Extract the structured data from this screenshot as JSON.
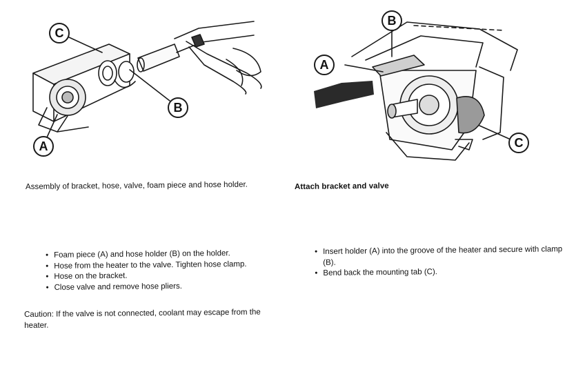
{
  "figures": {
    "left": {
      "callouts": [
        "C",
        "B",
        "A"
      ]
    },
    "right": {
      "callouts": [
        "B",
        "A",
        "C"
      ]
    }
  },
  "captions": {
    "left": "Assembly of bracket, hose, valve, foam piece and hose holder.",
    "right": "Attach bracket and valve"
  },
  "steps": {
    "left": [
      "Foam piece (A) and hose holder (B) on the holder.",
      "Hose from the heater to the valve. Tighten hose clamp.",
      "Hose on the bracket.",
      "Close valve and remove hose pliers."
    ],
    "right": [
      "Insert holder (A) into the groove of the heater and secure with clamp (B).",
      "Bend back the mounting tab (C)."
    ]
  },
  "caution": "Caution: If the valve is not connected, coolant may escape from the heater."
}
